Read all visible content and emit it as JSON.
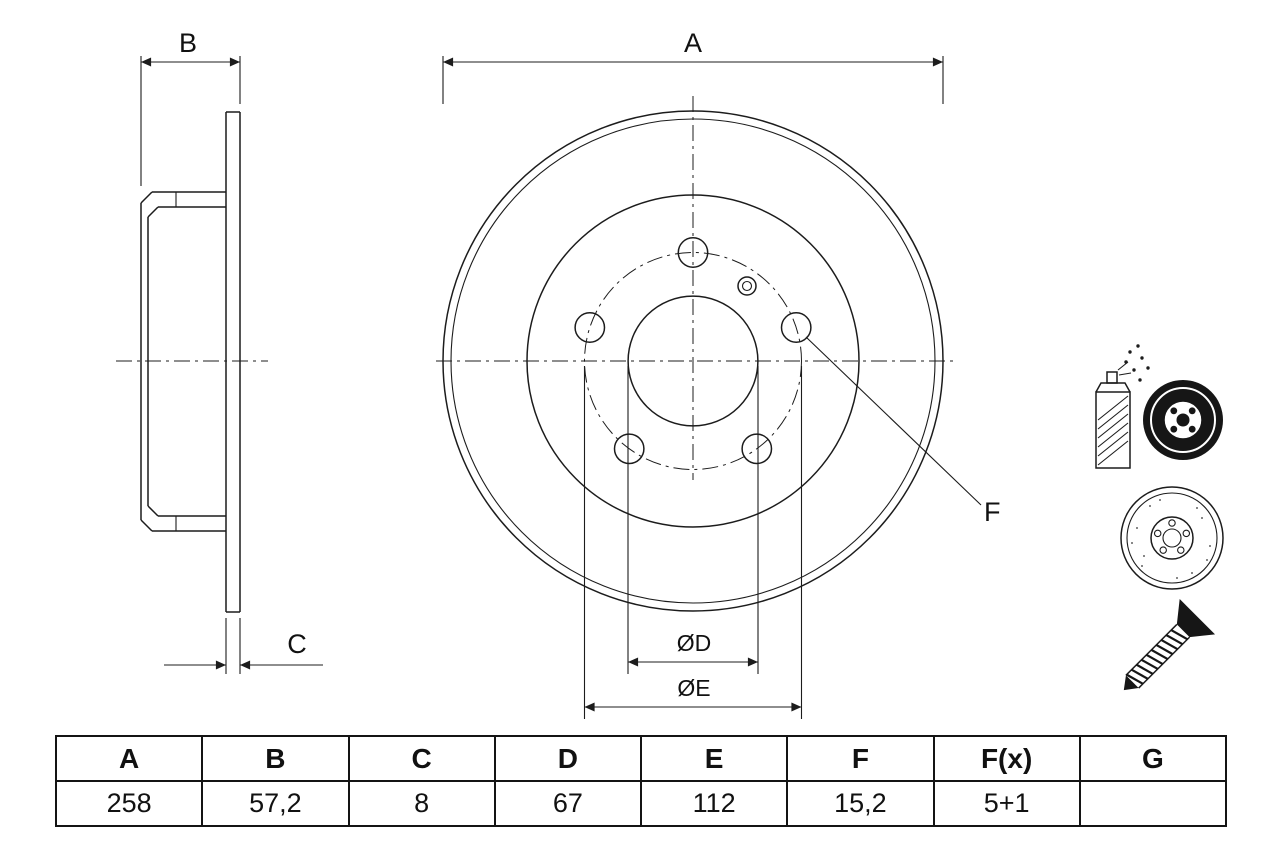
{
  "drawing": {
    "labels": {
      "a": "A",
      "b": "B",
      "c": "C",
      "d": "ØD",
      "e": "ØE",
      "f": "F"
    }
  },
  "table": {
    "headers": [
      "A",
      "B",
      "C",
      "D",
      "E",
      "F",
      "F(x)",
      "G"
    ],
    "values": [
      "258",
      "57,2",
      "8",
      "67",
      "112",
      "15,2",
      "5+1",
      ""
    ]
  },
  "icons": {
    "spray": "spray-coating-icon",
    "disc": "brake-disc-icon",
    "screw": "countersunk-screw-icon"
  },
  "colors": {
    "line": "#1c1c1c",
    "background": "#ffffff",
    "fill_dark": "#161616"
  }
}
